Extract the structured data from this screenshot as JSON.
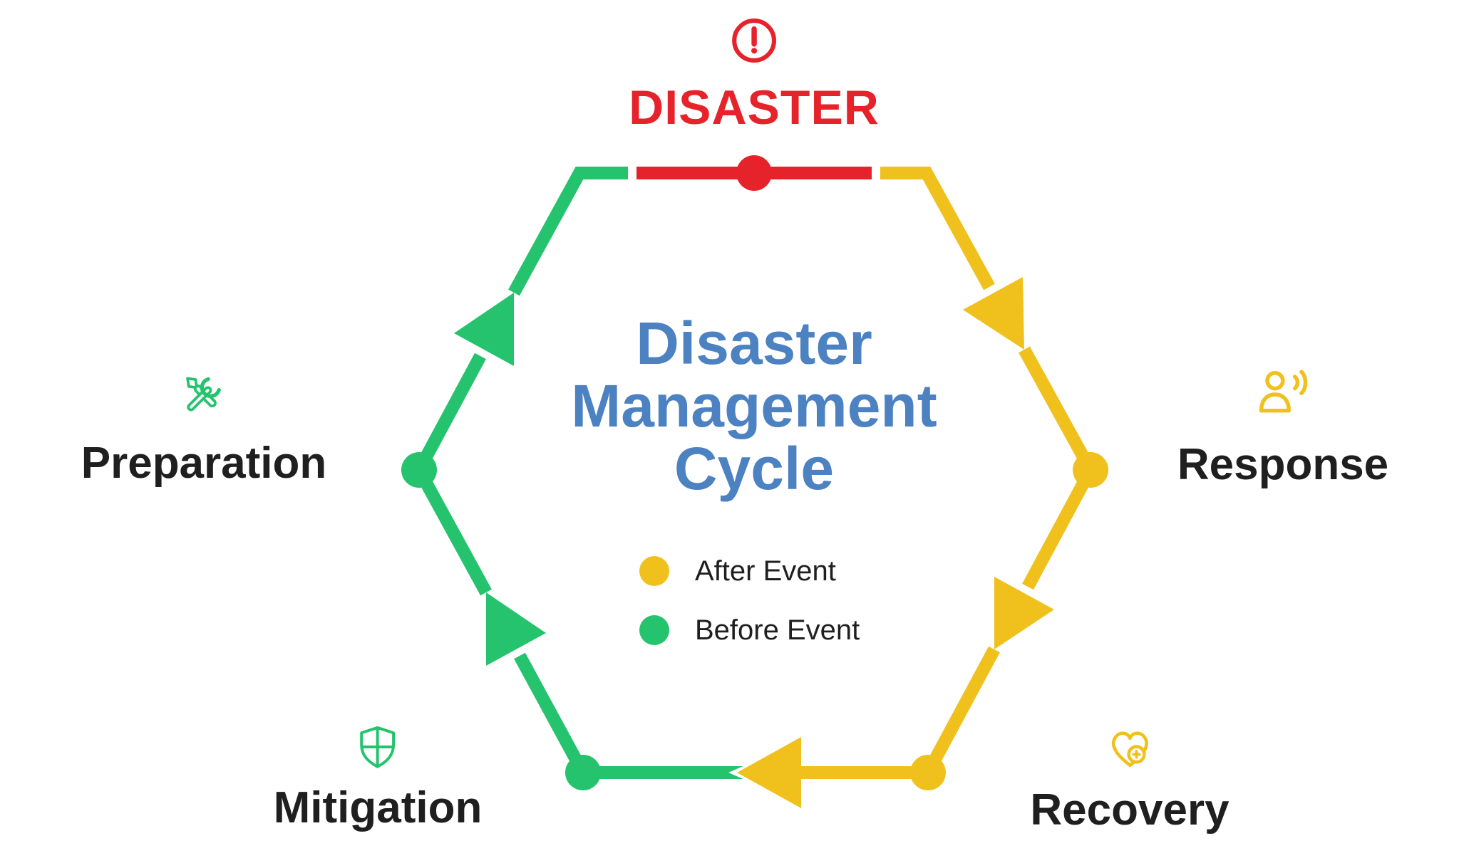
{
  "colors": {
    "green": "#25C36D",
    "yellow": "#F0C11C",
    "red": "#E6232B",
    "blue": "#4C81C2",
    "text": "#1F1F1F",
    "background": "#FFFFFF"
  },
  "disaster": {
    "label": "DISASTER",
    "icon": "alert-circle-icon"
  },
  "title": {
    "lines": [
      "Disaster",
      "Management",
      "Cycle"
    ]
  },
  "legend": {
    "items": [
      {
        "label": "After Event",
        "color": "#F0C11C"
      },
      {
        "label": "Before Event",
        "color": "#25C36D"
      }
    ]
  },
  "stages": [
    {
      "label": "Preparation",
      "icon": "tools-icon",
      "color": "#25C36D",
      "phase": "Before Event",
      "position": "left"
    },
    {
      "label": "Response",
      "icon": "person-announce-icon",
      "color": "#F0C11C",
      "phase": "After Event",
      "position": "right"
    },
    {
      "label": "Recovery",
      "icon": "heart-medical-icon",
      "color": "#F0C11C",
      "phase": "After Event",
      "position": "bottom-right"
    },
    {
      "label": "Mitigation",
      "icon": "shield-icon",
      "color": "#25C36D",
      "phase": "Before Event",
      "position": "bottom-left"
    }
  ]
}
